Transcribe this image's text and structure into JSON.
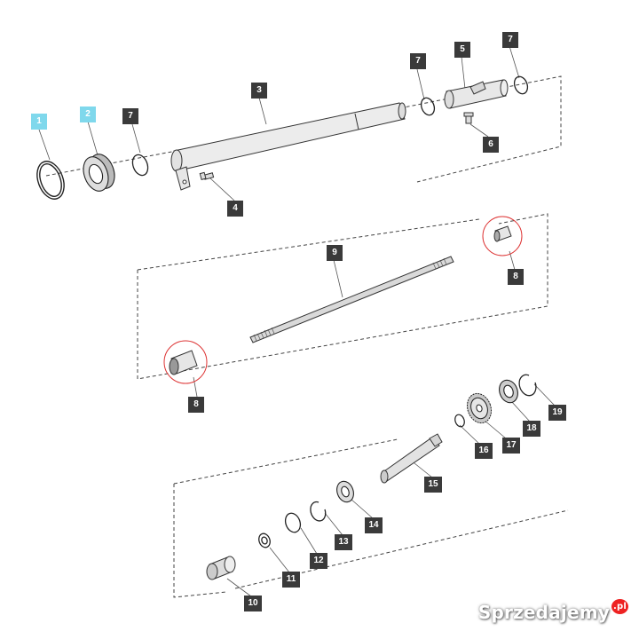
{
  "diagram": {
    "labels": [
      "1",
      "2",
      "7",
      "3",
      "4",
      "7",
      "5",
      "7",
      "6",
      "9",
      "8",
      "8",
      "10",
      "11",
      "12",
      "13",
      "14",
      "15",
      "16",
      "17",
      "18",
      "19"
    ],
    "highlight_color": "#7fd8ec",
    "label_bg_color": "#3a3a3a"
  },
  "watermark": {
    "text": "Sprzedajemy",
    "tld": ".pl"
  }
}
